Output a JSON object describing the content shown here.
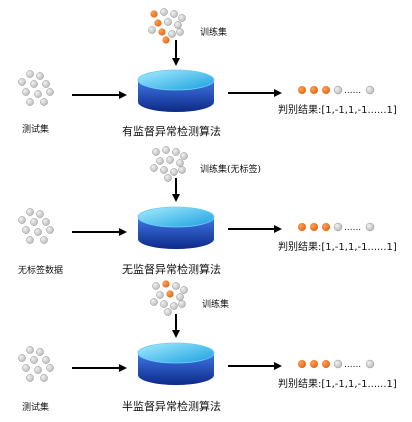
{
  "colors": {
    "orange": "#e8711c",
    "gray": "#c8c8c8",
    "gray_stroke": "#8e8e8e",
    "arrow": "#000000",
    "cyl_top_light": "#8fe0ff",
    "cyl_top_dark": "#1aa7e6",
    "cyl_side_light": "#3d6fe0",
    "cyl_side_dark": "#0f2f8f"
  },
  "rows": [
    {
      "input_label": "测试集",
      "train_label": "训练集",
      "algo_label": "有监督异常检测算法",
      "result_label": "判别结果:[1,-1,1,-1......1]",
      "train_dots": [
        "orange",
        "gray",
        "gray",
        "gray",
        "orange",
        "gray",
        "gray",
        "gray",
        "orange",
        "gray",
        "gray",
        "orange"
      ]
    },
    {
      "input_label": "无标签数据",
      "train_label": "训练集(无标签)",
      "algo_label": "无监督异常检测算法",
      "result_label": "判别结果:[1,-1,1,-1......1]",
      "train_dots": [
        "gray",
        "gray",
        "gray",
        "gray",
        "gray",
        "gray",
        "gray",
        "gray",
        "gray",
        "gray",
        "gray",
        "gray"
      ]
    },
    {
      "input_label": "测试集",
      "train_label": "训练集",
      "algo_label": "半监督异常检测算法",
      "result_label": "判别结果:[1,-1,1,-1......1]",
      "train_dots": [
        "gray",
        "orange",
        "gray",
        "gray",
        "gray",
        "orange",
        "gray",
        "gray",
        "gray",
        "gray",
        "gray",
        "gray"
      ]
    }
  ],
  "result_dots_text": "......"
}
